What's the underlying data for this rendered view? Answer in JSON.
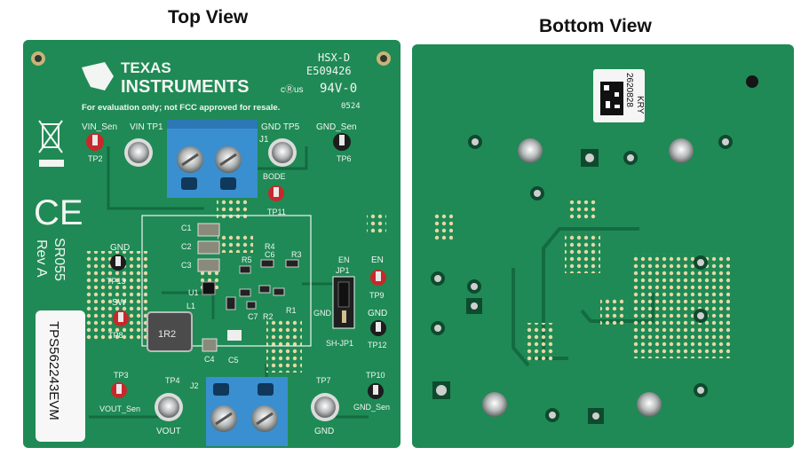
{
  "titles": {
    "top_view": "Top View",
    "bottom_view": "Bottom View"
  },
  "colors": {
    "board": "#1f8a55",
    "board_dark": "#146b40",
    "terminal": "#3a8fd0",
    "pad": "#d8c58a",
    "testpoint_red": "#c7292b"
  },
  "top": {
    "brand_line1": "TEXAS",
    "brand_line2": "INSTRUMENTS",
    "cert_code1": "HSX-D",
    "cert_code2": "E509426",
    "ul_mark": "cⓇus",
    "rating": "94V-0",
    "lot_code": "0524",
    "disclaimer": "For evaluation only; not FCC approved for resale.",
    "vin_sen": "VIN_Sen",
    "vin_tp1": "VIN  TP1",
    "tp2": "TP2",
    "j1": "J1",
    "gnd_tp5": "GND  TP5",
    "gnd_sen_top": "GND_Sen",
    "tp6": "TP6",
    "bode": "BODE",
    "tp11": "TP11",
    "ce": "CE",
    "gnd_left": "GND",
    "tp13": "TP13",
    "sw": "SW",
    "tp8": "TP8",
    "sr055": "SR055",
    "rev_a": "Rev A",
    "part_number": "TPS562243EVM",
    "en": "EN",
    "jp1": "JP1",
    "en_right": "EN",
    "tp9": "TP9",
    "gnd_jp": "GND",
    "gnd_right": "GND",
    "tp12": "TP12",
    "sh_jp1": "SH-JP1",
    "c1": "C1",
    "c2": "C2",
    "c3": "C3",
    "c4": "C4",
    "c5": "C5",
    "c6": "C6",
    "c7": "C7",
    "r1": "R1",
    "r2": "R2",
    "r3": "R3",
    "r4": "R4",
    "r5": "R5",
    "u1": "U1",
    "l1": "L1",
    "inductor_mark": "1R2",
    "tp3": "TP3",
    "vout_sen": "VOUT_Sen",
    "tp4": "TP4",
    "vout": "VOUT",
    "j2": "J2",
    "tp7": "TP7",
    "gnd_bottom": "GND",
    "tp10": "TP10",
    "gnd_sen_bottom": "GND_Sen"
  },
  "bottom": {
    "label_number": "2620828",
    "label_code": "KRY"
  }
}
